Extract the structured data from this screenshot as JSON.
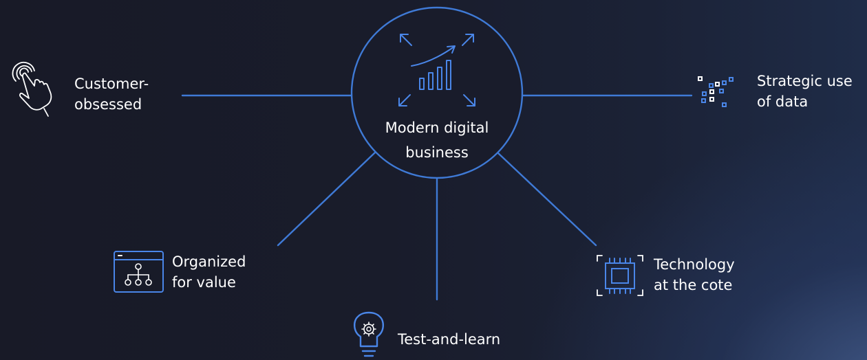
{
  "center": {
    "line1": "Modern digital",
    "line2": "business"
  },
  "nodes": {
    "customer": {
      "line1": "Customer-",
      "line2": "obsessed",
      "icon": "touch-hand-icon"
    },
    "data": {
      "line1": "Strategic use",
      "line2": "of data",
      "icon": "data-dots-icon"
    },
    "organized": {
      "line1": "Organized",
      "line2": "for value",
      "icon": "org-chart-window-icon"
    },
    "test": {
      "line1": "Test-and-learn",
      "icon": "lightbulb-gear-icon"
    },
    "technology": {
      "line1": "Technology",
      "line2": "at the cote",
      "icon": "chip-icon"
    }
  },
  "colors": {
    "line": "#3f7ad6",
    "icon": "#4a86e8",
    "text": "#ffffff",
    "background": "#191c2b"
  }
}
